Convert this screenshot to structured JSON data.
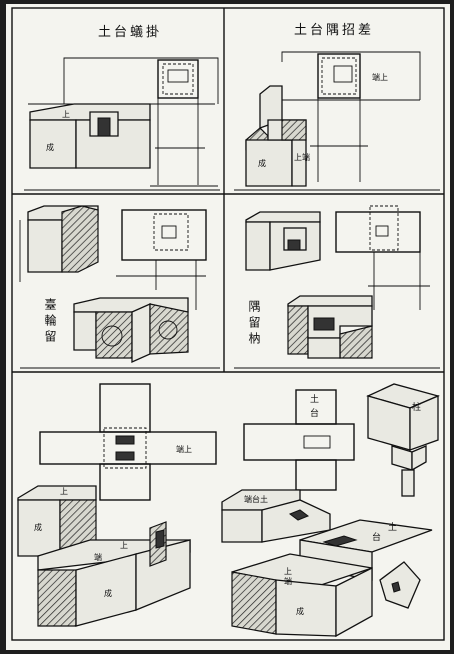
{
  "panels": {
    "p1": {
      "title": "土台蟻掛"
    },
    "p2": {
      "title": "土台隅招差"
    },
    "p3": {
      "title": "臺輪留"
    },
    "p4": {
      "title": "隅留枘"
    },
    "p5": {}
  },
  "labels": {
    "p1_top": "上",
    "p1_front": "成",
    "p2_plan": "端上",
    "p2_side": "上端",
    "p2_front": "成",
    "p5_plan_left": "端上",
    "p5_plan_right_top": "土",
    "p5_plan_right_bottom": "台",
    "p5_column": "柱",
    "p5_iso1_top": "上",
    "p5_iso1_front": "成",
    "p5_iso1_b_top": "上",
    "p5_iso1_b_side": "端",
    "p5_iso1_b_front": "成",
    "p5_iso2_a": "端台土",
    "p5_iso2_b_top": "土",
    "p5_iso2_b_mid": "台",
    "p5_iso2_c_top": "上",
    "p5_iso2_c_mid": "端",
    "p5_iso2_c_front": "成"
  },
  "colors": {
    "paper": "#f4f4ef",
    "ink": "#111111",
    "border": "#1e1e1e"
  }
}
